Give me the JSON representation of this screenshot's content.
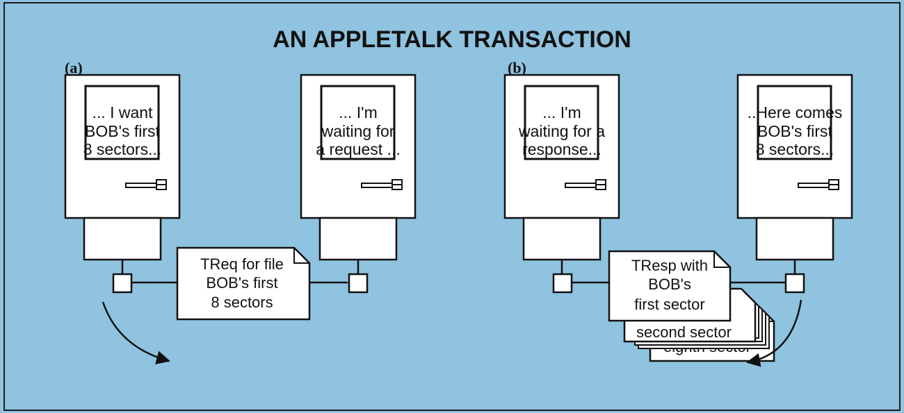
{
  "colors": {
    "background": "#8fc3df",
    "frame": "#1a1a1a",
    "paper": "#ffffff",
    "ink": "#111111"
  },
  "title": "AN APPLETALK TRANSACTION",
  "panels": [
    "(a)",
    "(b)"
  ],
  "computers": [
    {
      "lines": [
        "... I want",
        "BOB's first",
        "8 sectors..."
      ]
    },
    {
      "lines": [
        "... I'm",
        "waiting for",
        "a request ..."
      ]
    },
    {
      "lines": [
        "... I'm",
        "waiting for a",
        "response..."
      ]
    },
    {
      "lines": [
        "..Here comes",
        "BOB's first",
        "8 sectors..."
      ]
    }
  ],
  "packets": {
    "treq": {
      "lines": [
        "TReq for file",
        "BOB's first",
        "8 sectors"
      ]
    },
    "tresp": {
      "lines": [
        "TResp with",
        "BOB's",
        "first sector"
      ],
      "second": "second sector",
      "eighth": "eighth sector"
    }
  }
}
